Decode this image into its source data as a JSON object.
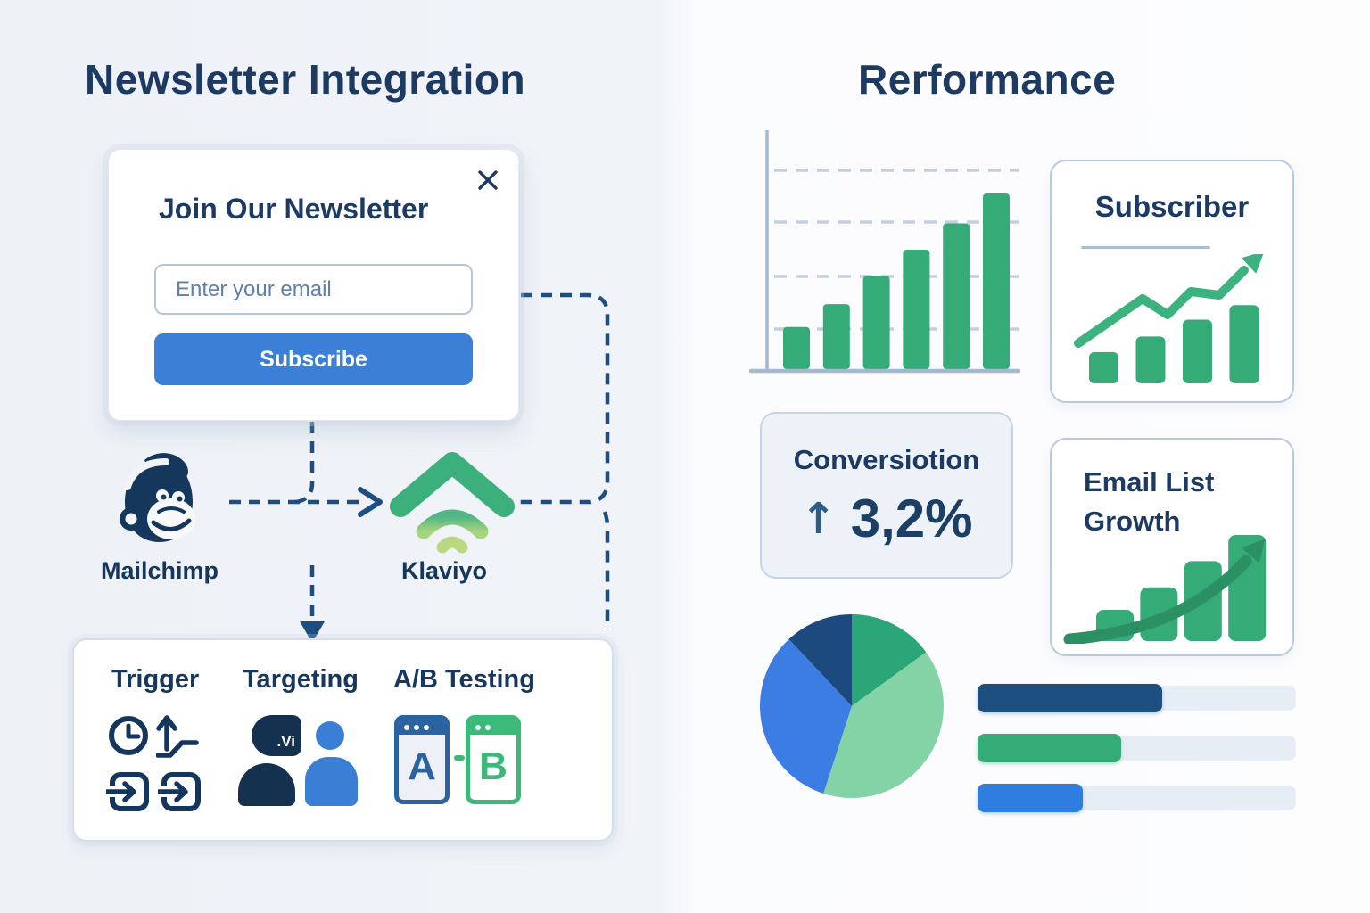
{
  "left_panel": {
    "title": "Newsletter Integration",
    "modal": {
      "title": "Join Our Newsletter",
      "email_placeholder": "Enter your email",
      "subscribe_label": "Subscribe"
    },
    "integrations": [
      {
        "name": "Mailchimp"
      },
      {
        "name": "Klaviyo"
      }
    ],
    "features": {
      "trigger": {
        "label": "Trigger"
      },
      "targeting": {
        "label": "Targeting",
        "bubble_text": ".Vi"
      },
      "ab_testing": {
        "label": "A/B Testing",
        "variant_a": "A",
        "variant_b": "B"
      }
    }
  },
  "right_panel": {
    "title": "Rerformance",
    "subscriber_card": {
      "title": "Subscriber"
    },
    "conversion_card": {
      "title": "Conversiotion",
      "arrow": "↑",
      "value": "3,2%"
    },
    "email_growth_card": {
      "title_line1": "Email List",
      "title_line2": "Growth"
    }
  },
  "icons": {
    "close": "x-icon",
    "clock": "clock-icon",
    "trend_up": "trend-up-icon",
    "enter": "enter-arrow-icon",
    "mailchimp": "mailchimp-monkey-logo",
    "klaviyo": "klaviyo-signal-logo",
    "up_arrow": "up-arrow",
    "growth_arrow": "growth-curve-arrow",
    "trend_line": "zigzag-trend-arrow"
  },
  "chart_data": [
    {
      "name": "performance_trend",
      "type": "bar",
      "title": "",
      "categories": [
        "",
        "",
        "",
        "",
        "",
        ""
      ],
      "values": [
        24,
        37,
        53,
        68,
        83,
        100
      ],
      "ylim": [
        0,
        100
      ],
      "grid": "dashed horizontal, 4 lines",
      "axes": "left and bottom, no tick labels",
      "bar_color": "#35ab77"
    },
    {
      "name": "subscriber_mini",
      "type": "bar",
      "values": [
        26,
        39,
        53,
        65
      ],
      "overlay": "zigzag trend line with arrow pointing up-right",
      "bar_color": "#35ab77"
    },
    {
      "name": "email_list_growth_mini",
      "type": "bar",
      "values": [
        25,
        43,
        64,
        85
      ],
      "overlay": "curved growth arrow pointing up-right",
      "bar_color": "#35ab77"
    },
    {
      "name": "audience_pie",
      "type": "pie",
      "segments": [
        {
          "label": "green",
          "value": 15,
          "color": "#2aa678"
        },
        {
          "label": "mint",
          "value": 40,
          "color": "#84d3a6"
        },
        {
          "label": "blue",
          "value": 33,
          "color": "#3b7de2"
        },
        {
          "label": "navy",
          "value": 12,
          "color": "#1c4a7e"
        }
      ],
      "start_angle": "12 o'clock, clockwise"
    },
    {
      "name": "progress_bars",
      "type": "bar",
      "items": [
        {
          "color": "#1d4e80",
          "percent": 58
        },
        {
          "color": "#35ab77",
          "percent": 45
        },
        {
          "color": "#2e7ddf",
          "percent": 33
        }
      ],
      "track_color": "#e7edf4"
    }
  ],
  "colors": {
    "navy_text": "#1d3a63",
    "dark_navy": "#16375c",
    "button_blue": "#3b7fd6",
    "green": "#35ab77",
    "mint": "#84d3a6",
    "pie_blue": "#3b7de2",
    "pie_navy": "#1c4a7e",
    "dash_line": "#1e4d80",
    "axis": "#a4b8d0",
    "grid": "#c3cfdf",
    "track": "#e7edf4"
  }
}
